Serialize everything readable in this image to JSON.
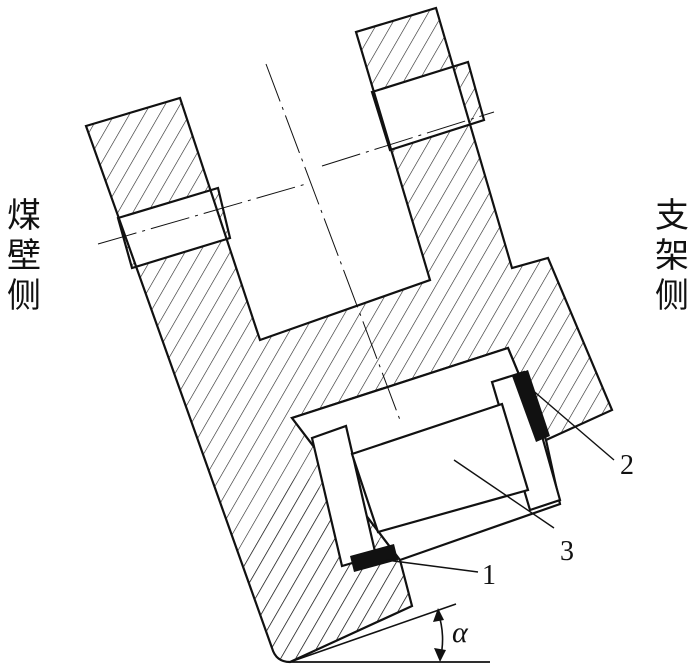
{
  "labels": {
    "left_side": [
      "煤",
      "壁",
      "侧"
    ],
    "right_side": [
      "支",
      "架",
      "侧"
    ]
  },
  "callouts": {
    "part1": "1",
    "part2": "2",
    "part3": "3"
  },
  "angle_symbol": "α"
}
